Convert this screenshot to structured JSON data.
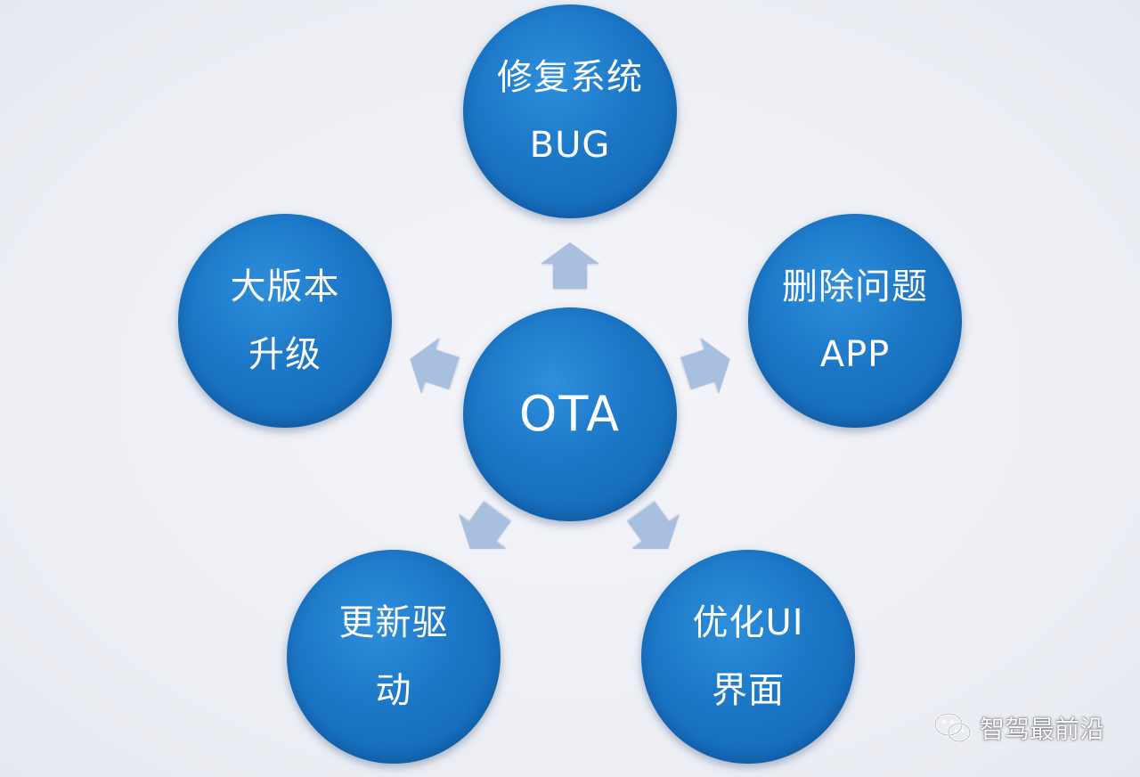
{
  "diagram": {
    "center": "OTA",
    "nodes": {
      "top": "修复系统BUG",
      "left": "大版本升级",
      "right": "删除问题APP",
      "bottom_left": "更新驱动",
      "bottom_right": "优化UI界面"
    }
  },
  "watermark": {
    "text": "智驾最前沿",
    "icon": "wechat-icon"
  },
  "colors": {
    "node_fill": "#1b76c6",
    "arrow_fill": "#a9bfe0",
    "background": "#eef0f5"
  }
}
